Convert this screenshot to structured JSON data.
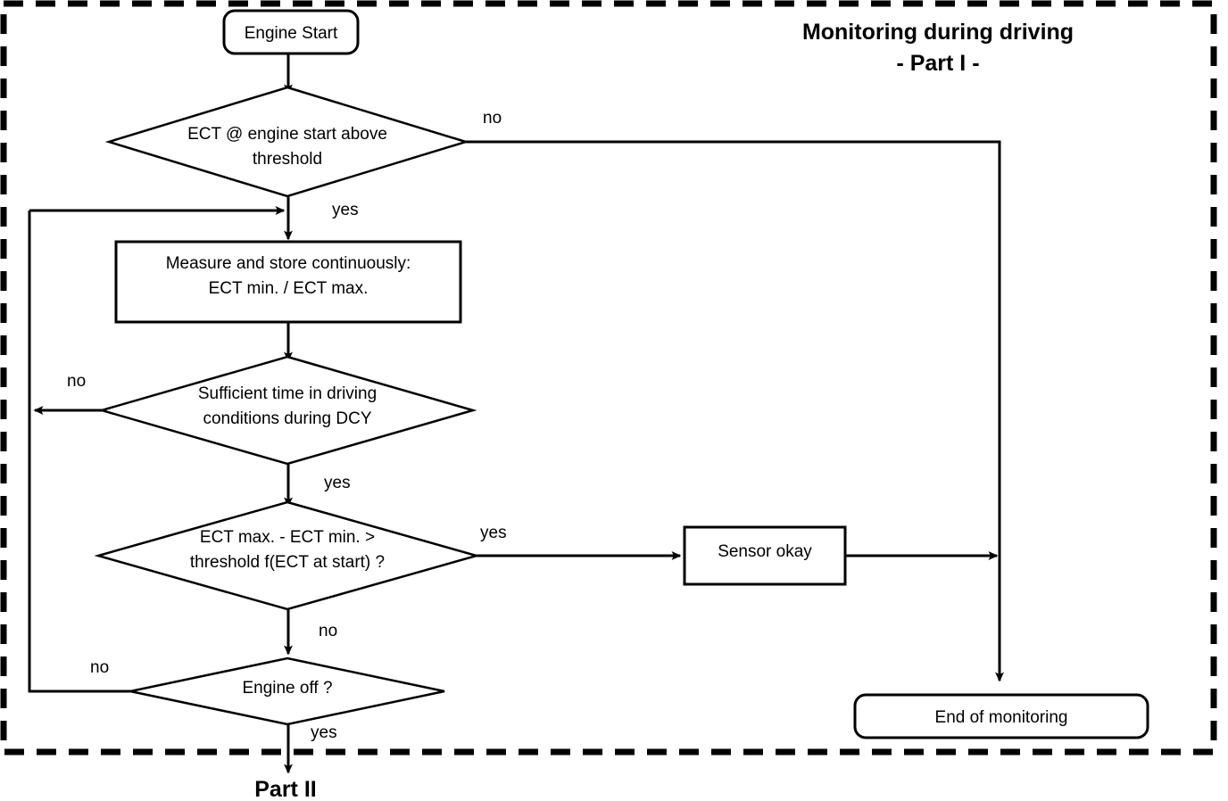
{
  "diagram": {
    "title_line1": "Monitoring during driving",
    "title_line2": "- Part I -",
    "boundary_style": "dashed",
    "colors": {
      "stroke": "#000000",
      "fill": "#ffffff",
      "text": "#000000"
    },
    "nodes": {
      "engine_start": {
        "label": "Engine Start",
        "type": "terminator"
      },
      "decision_ect_start": {
        "line1": "ECT @ engine start above",
        "line2": "threshold",
        "type": "decision"
      },
      "measure_store": {
        "line1": "Measure and store continuously:",
        "line2": "ECT min. / ECT max.",
        "type": "process"
      },
      "decision_sufficient_time": {
        "line1": "Sufficient time in driving",
        "line2": "conditions during DCY",
        "type": "decision"
      },
      "decision_threshold": {
        "line1": "ECT max. - ECT min. >",
        "line2": "threshold f(ECT at start) ?",
        "type": "decision"
      },
      "sensor_okay": {
        "label": "Sensor okay",
        "type": "process"
      },
      "decision_engine_off": {
        "label": "Engine off ?",
        "type": "decision"
      },
      "end_of_monitoring": {
        "label": "End of monitoring",
        "type": "terminator"
      },
      "part_ii": {
        "label": "Part II",
        "type": "connector"
      }
    },
    "edge_labels": {
      "ect_start_no": "no",
      "ect_start_yes": "yes",
      "sufficient_time_no": "no",
      "sufficient_time_yes": "yes",
      "threshold_yes": "yes",
      "threshold_no": "no",
      "engine_off_no": "no",
      "engine_off_yes": "yes"
    }
  }
}
